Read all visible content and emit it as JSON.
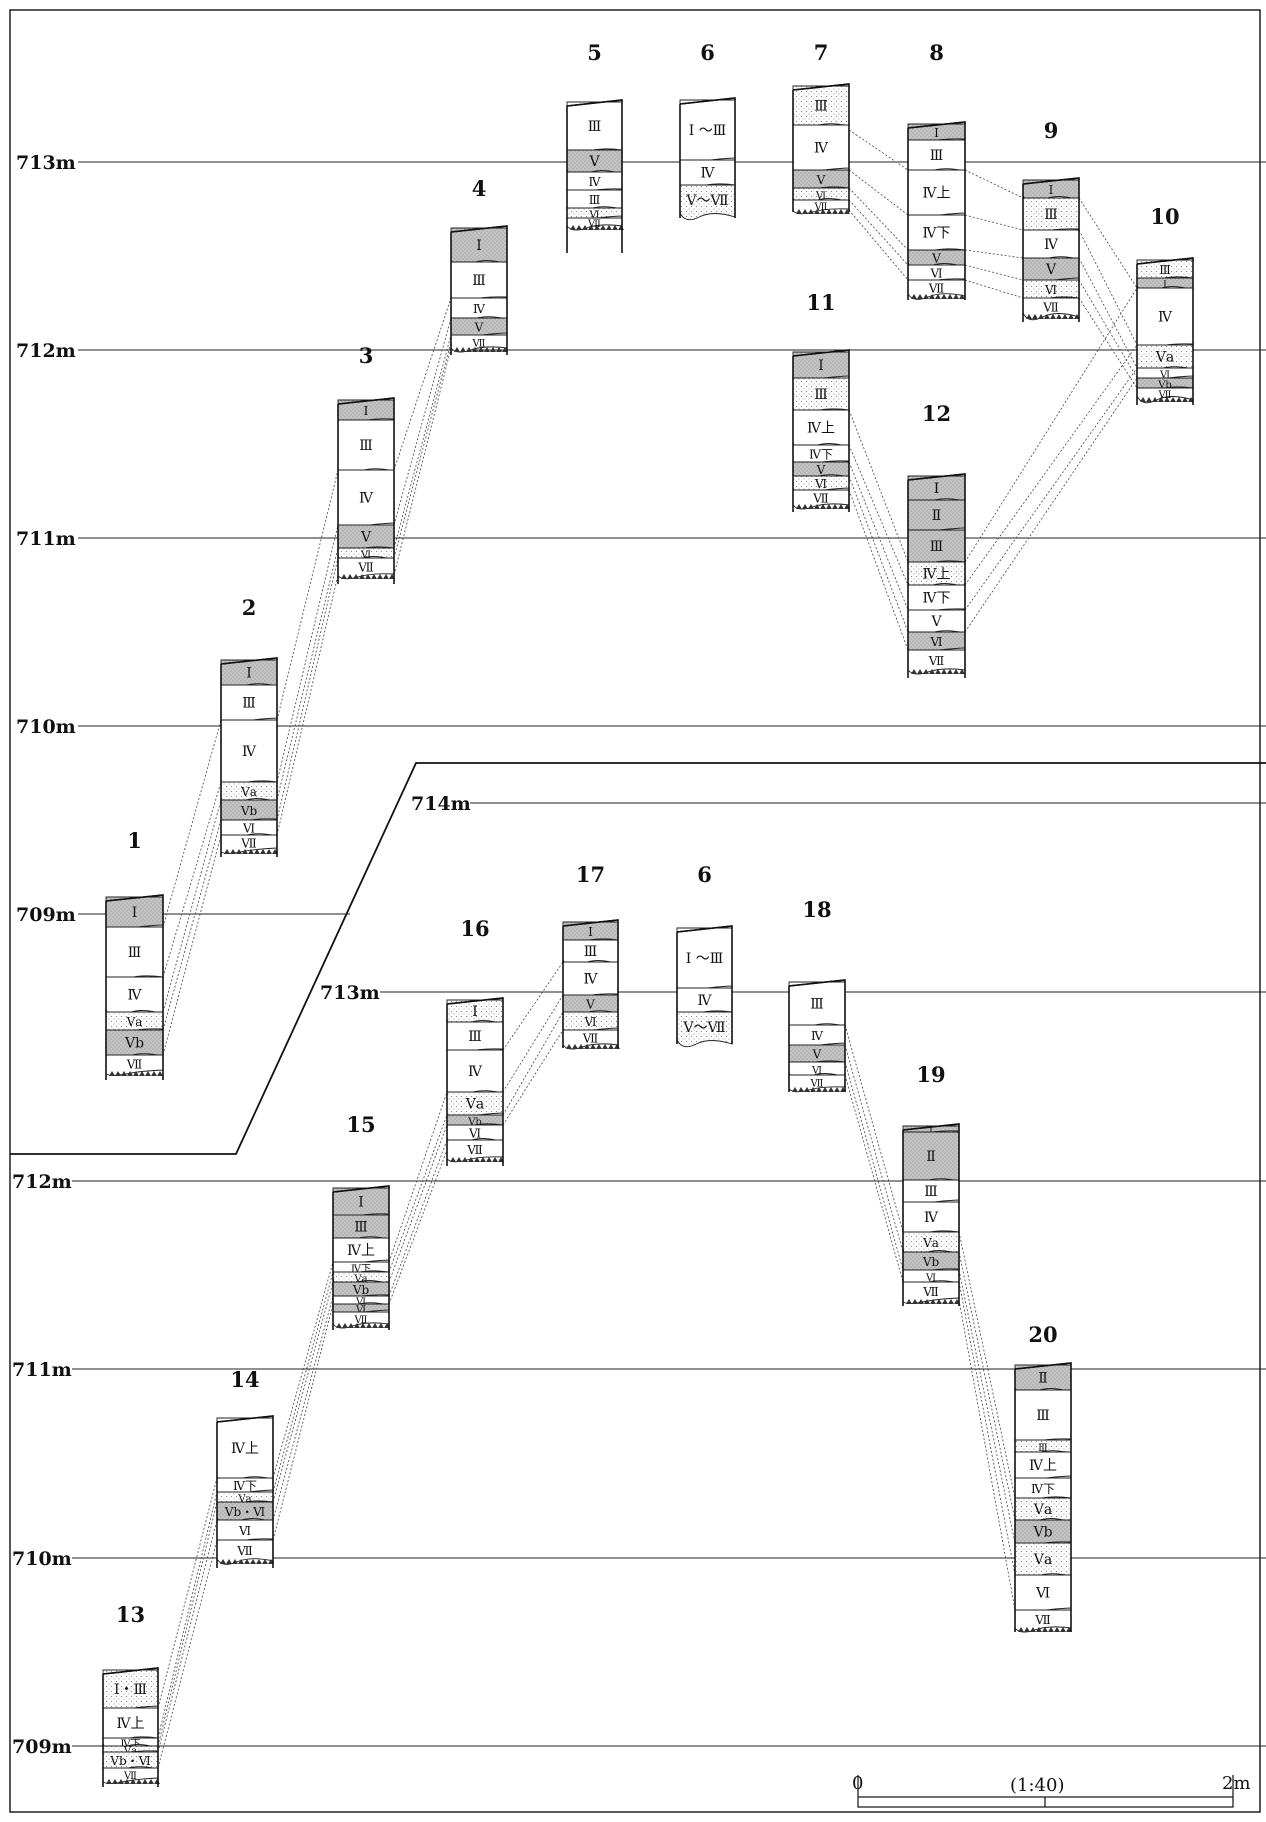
{
  "elevations_upper": [
    "713m",
    "712m",
    "711m",
    "710m",
    "709m"
  ],
  "elevations_lower": [
    "714m",
    "713m",
    "712m",
    "711m",
    "710m",
    "709m"
  ],
  "upper_columns": [
    {
      "id": "1",
      "layers": [
        "I",
        "Ⅲ",
        "Ⅳ",
        "Ⅴa",
        "Ⅴb",
        "Ⅶ"
      ]
    },
    {
      "id": "2",
      "layers": [
        "I",
        "Ⅲ",
        "Ⅳ",
        "Ⅴa",
        "Ⅴb",
        "Ⅵ",
        "Ⅶ"
      ]
    },
    {
      "id": "3",
      "layers": [
        "I",
        "Ⅲ",
        "Ⅳ",
        "Ⅴ",
        "Ⅵ",
        "Ⅶ"
      ]
    },
    {
      "id": "4",
      "layers": [
        "I",
        "Ⅲ",
        "Ⅳ",
        "Ⅴ",
        "Ⅶ"
      ]
    },
    {
      "id": "5",
      "layers": [
        "Ⅲ",
        "Ⅴ",
        "Ⅳ",
        "Ⅲ",
        "Ⅵ",
        "Ⅶ"
      ]
    },
    {
      "id": "6",
      "layers": [
        "I ～Ⅲ",
        "Ⅳ",
        "Ⅴ～Ⅶ"
      ]
    },
    {
      "id": "7",
      "layers": [
        "Ⅲ",
        "Ⅳ",
        "Ⅴ",
        "Ⅵ",
        "Ⅶ"
      ]
    },
    {
      "id": "8",
      "layers": [
        "I",
        "Ⅲ",
        "Ⅳ上",
        "Ⅳ下",
        "Ⅴ",
        "Ⅵ",
        "Ⅶ"
      ]
    },
    {
      "id": "9",
      "layers": [
        "I",
        "Ⅲ",
        "Ⅳ",
        "Ⅴ",
        "Ⅵ",
        "Ⅶ"
      ]
    },
    {
      "id": "10",
      "layers": [
        "Ⅲ",
        "I",
        "Ⅳ",
        "Ⅴa",
        "Ⅵ",
        "Ⅴb",
        "Ⅶ"
      ]
    },
    {
      "id": "11",
      "layers": [
        "I",
        "Ⅲ",
        "Ⅳ上",
        "Ⅳ下",
        "Ⅴ",
        "Ⅵ",
        "Ⅶ"
      ]
    },
    {
      "id": "12",
      "layers": [
        "I",
        "Ⅱ",
        "Ⅲ",
        "Ⅳ上",
        "Ⅳ下",
        "Ⅴ",
        "Ⅵ",
        "Ⅶ"
      ]
    }
  ],
  "lower_columns": [
    {
      "id": "13",
      "layers": [
        "I・Ⅲ",
        "Ⅳ上",
        "Ⅳ下",
        "Ⅴa",
        "Ⅴb・Ⅵ",
        "Ⅶ"
      ]
    },
    {
      "id": "14",
      "layers": [
        "Ⅳ上",
        "Ⅳ下",
        "Ⅴa",
        "Ⅴb・Ⅵ",
        "Ⅵ",
        "Ⅶ"
      ]
    },
    {
      "id": "15",
      "layers": [
        "I",
        "Ⅲ",
        "Ⅳ上",
        "Ⅳ下",
        "Ⅴa",
        "Ⅴb",
        "Ⅵ",
        "Ⅵ",
        "Ⅶ"
      ]
    },
    {
      "id": "16",
      "layers": [
        "I",
        "Ⅲ",
        "Ⅳ",
        "Ⅴa",
        "Ⅴb",
        "Ⅵ",
        "Ⅶ"
      ]
    },
    {
      "id": "17",
      "layers": [
        "I",
        "Ⅲ",
        "Ⅳ",
        "Ⅴ",
        "Ⅵ",
        "Ⅶ"
      ]
    },
    {
      "id": "6",
      "layers": [
        "I ～Ⅲ",
        "Ⅳ",
        "Ⅴ～Ⅶ"
      ]
    },
    {
      "id": "18",
      "layers": [
        "Ⅲ",
        "Ⅳ",
        "Ⅴ",
        "Ⅵ",
        "Ⅶ"
      ]
    },
    {
      "id": "19",
      "layers": [
        "I",
        "Ⅱ",
        "Ⅲ",
        "Ⅳ",
        "Ⅴa",
        "Ⅴb",
        "Ⅵ",
        "Ⅶ"
      ]
    },
    {
      "id": "20",
      "layers": [
        "Ⅱ",
        "Ⅲ",
        "Ⅲ",
        "Ⅳ上",
        "Ⅳ下",
        "Ⅴa",
        "Ⅴb",
        "Ⅴa",
        "Ⅵ",
        "Ⅶ"
      ]
    }
  ],
  "scale_bar": {
    "start": "0",
    "end": "2m",
    "ratio": "(1:40)"
  },
  "colors": {
    "ink": "#111111",
    "shade": "#c4c4c4",
    "dots": "#8a8a8a"
  }
}
